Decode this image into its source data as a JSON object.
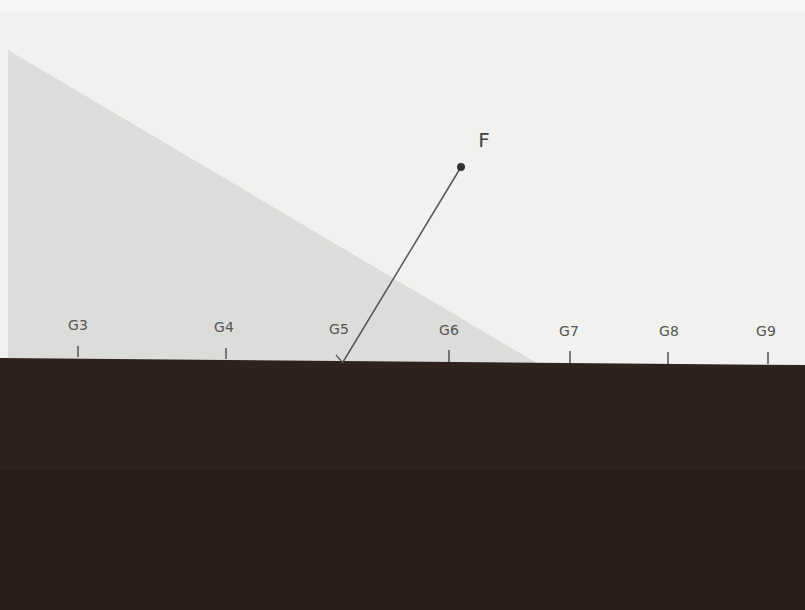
{
  "diagram": {
    "labels": [
      "F",
      "G3",
      "G4",
      "G5",
      "G6",
      "G7",
      "G8",
      "G9"
    ]
  }
}
